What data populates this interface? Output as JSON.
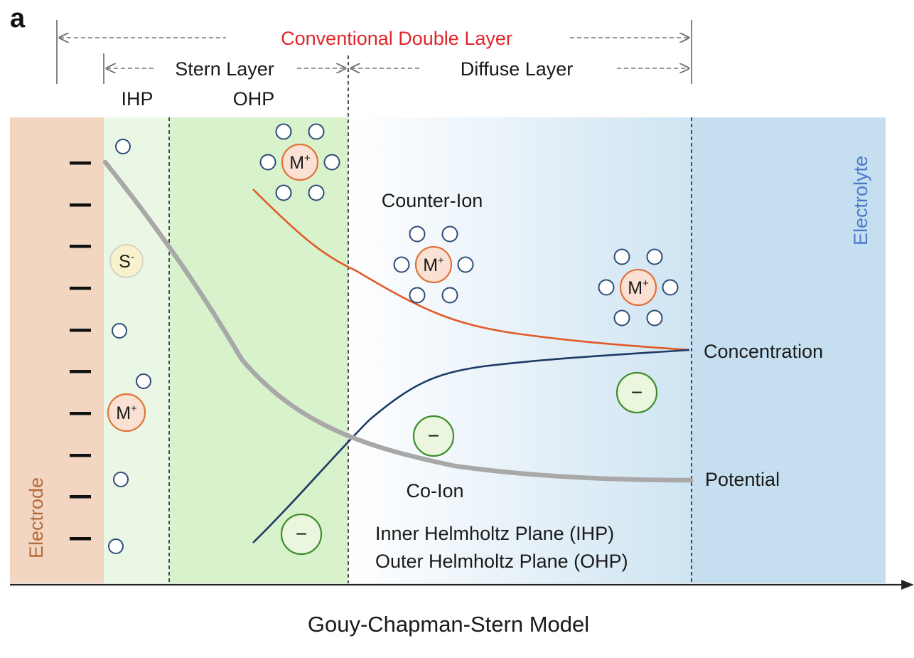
{
  "panel_label": "a",
  "top": {
    "double_layer": "Conventional Double Layer",
    "stern_layer": "Stern Layer",
    "diffuse_layer": "Diffuse Layer",
    "ihp": "IHP",
    "ohp": "OHP"
  },
  "regions": {
    "electrode": "Electrode",
    "electrolyte": "Electrolyte"
  },
  "ions": {
    "cation": "M",
    "cation_sup": "+",
    "anion": "S",
    "anion_sup": "-",
    "co_ion_symbol": "−"
  },
  "labels": {
    "counter_ion": "Counter-Ion",
    "co_ion": "Co-Ion",
    "concentration": "Concentration",
    "potential": "Potential",
    "ihp_full": "Inner Helmholtz Plane (IHP)",
    "ohp_full": "Outer Helmholtz Plane (OHP)"
  },
  "electrode_charge": "−",
  "title": "Gouy-Chapman-Stern Model",
  "colors": {
    "electrode": "#f2d6c2",
    "ihp_zone": "#eaf7e4",
    "ohp_zone": "#d8f2cc",
    "electrolyte": "#c5dff0",
    "counter_curve": "#e05a28",
    "co_curve": "#1d3a66",
    "potential_curve": "#a8a8a8",
    "cation_fill": "#fbe1d3",
    "cation_stroke": "#e0733a",
    "anion_fill": "#f8f2cc",
    "co_fill": "#eaf6dd",
    "co_stroke": "#3e8d2e",
    "solvent_stroke": "#2e4c78"
  }
}
